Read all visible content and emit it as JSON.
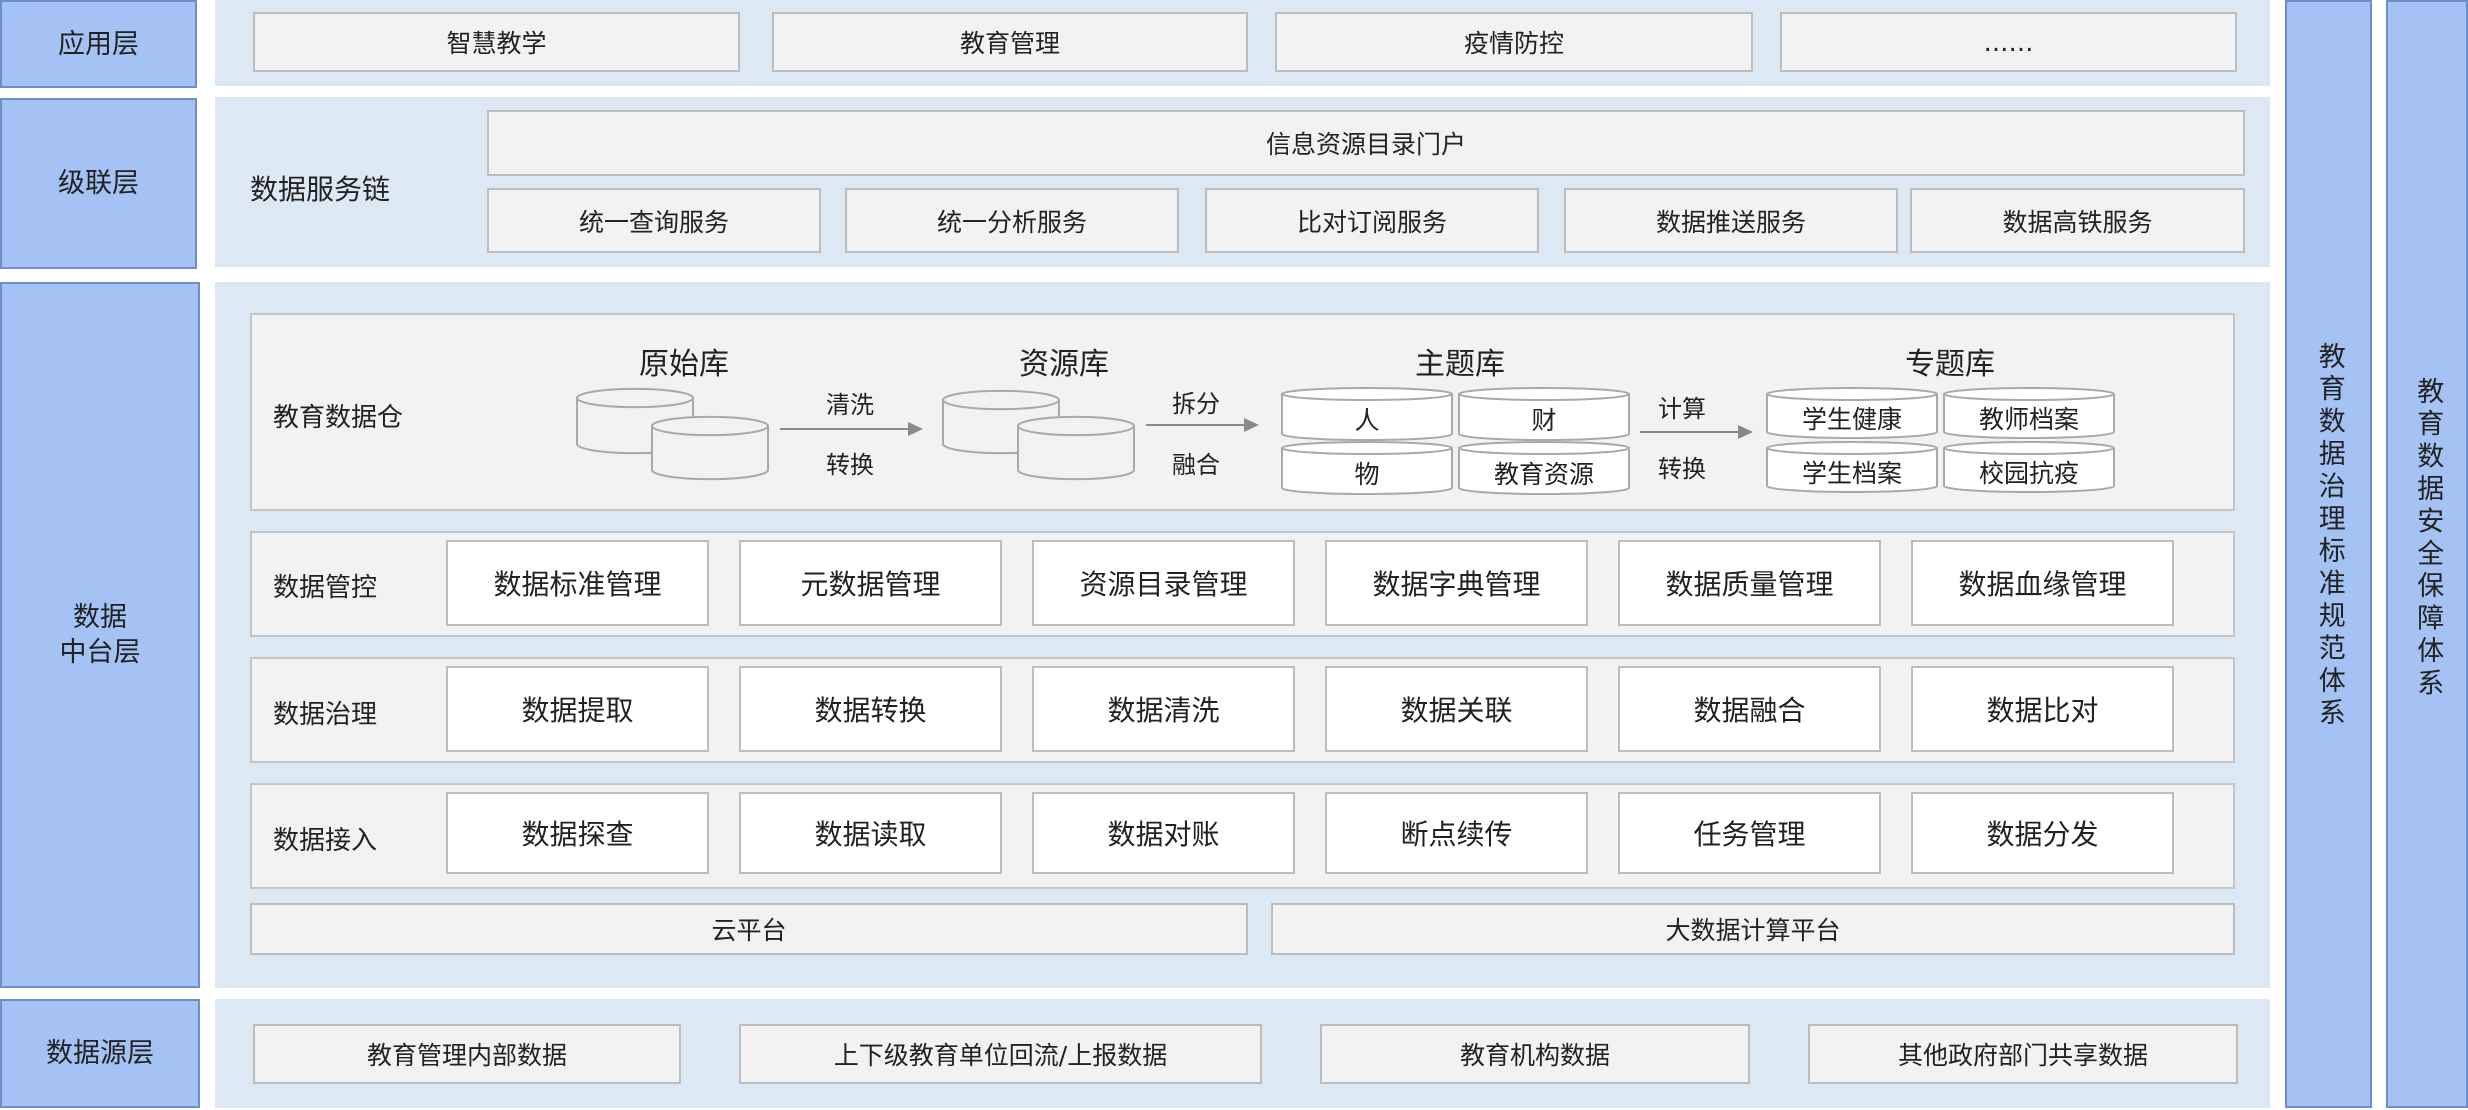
{
  "layers": {
    "app": "应用层",
    "cascade": "级联层",
    "platform": "数据\n中台层",
    "source": "数据源层"
  },
  "app_items": [
    "智慧教学",
    "教育管理",
    "疫情防控",
    "……"
  ],
  "cascade": {
    "chain_label": "数据服务链",
    "portal": "信息资源目录门户",
    "services": [
      "统一查询服务",
      "统一分析服务",
      "比对订阅服务",
      "数据推送服务",
      "数据高铁服务"
    ]
  },
  "warehouse": {
    "label": "教育数据仓",
    "stages": {
      "raw": "原始库",
      "resource": "资源库",
      "topic": "主题库",
      "special": "专题库"
    },
    "arrows": [
      {
        "top": "清洗",
        "bottom": "转换"
      },
      {
        "top": "拆分",
        "bottom": "融合"
      },
      {
        "top": "计算",
        "bottom": "转换"
      }
    ],
    "topic_items": [
      "人",
      "财",
      "物",
      "教育资源"
    ],
    "special_items": [
      "学生健康",
      "教师档案",
      "学生档案",
      "校园抗疫"
    ]
  },
  "control": {
    "label": "数据管控",
    "items": [
      "数据标准管理",
      "元数据管理",
      "资源目录管理",
      "数据字典管理",
      "数据质量管理",
      "数据血缘管理"
    ]
  },
  "governance": {
    "label": "数据治理",
    "items": [
      "数据提取",
      "数据转换",
      "数据清洗",
      "数据关联",
      "数据融合",
      "数据比对"
    ]
  },
  "access": {
    "label": "数据接入",
    "items": [
      "数据探查",
      "数据读取",
      "数据对账",
      "断点续传",
      "任务管理",
      "数据分发"
    ]
  },
  "platforms": [
    "云平台",
    "大数据计算平台"
  ],
  "sources": [
    "教育管理内部数据",
    "上下级教育单位回流/上报数据",
    "教育机构数据",
    "其他政府部门共享数据"
  ],
  "side": {
    "standards": "教育数据治理标准规范体系",
    "security": "教育数据安全保障体系"
  },
  "colors": {
    "layer_fill": "#a4c2f4",
    "layer_border": "#6d8fc9",
    "band_fill": "#dde8f5",
    "box_fill": "#f2f2f2",
    "box_border": "#bdbdbd"
  }
}
